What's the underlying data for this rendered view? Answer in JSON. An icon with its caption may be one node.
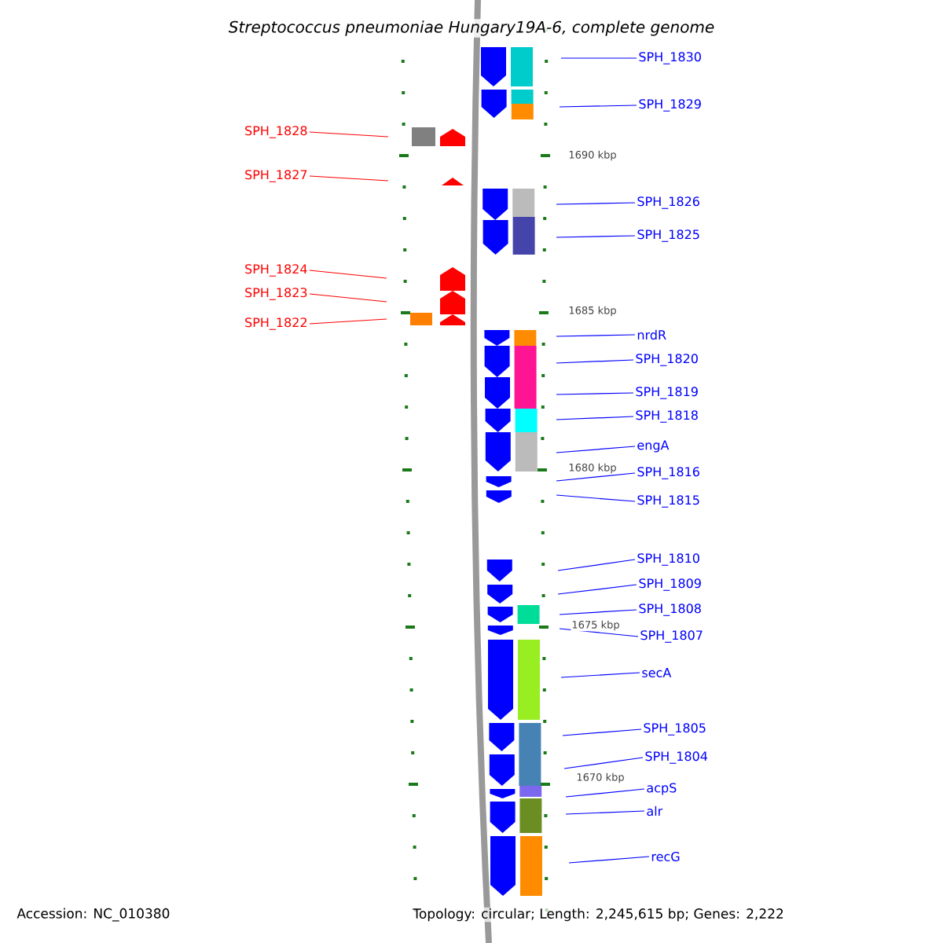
{
  "diagram": {
    "title": "Streptococcus pneumoniae Hungary19A-6, complete genome",
    "nodes": [
      {
        "text": [
          "SPH_1828"
        ]
      },
      {
        "text": [
          "SPH_1827"
        ]
      },
      {
        "text": [
          "SPH_1824"
        ]
      },
      {
        "text": [
          "SPH_1823"
        ]
      },
      {
        "text": [
          "SPH_1822"
        ]
      },
      {
        "text": [
          "SPH_1830"
        ]
      },
      {
        "text": [
          "SPH_1829"
        ]
      },
      {
        "text": [
          "SPH_1826"
        ]
      },
      {
        "text": [
          "SPH_1825"
        ]
      },
      {
        "text": [
          "nrdR"
        ]
      },
      {
        "text": [
          "SPH_1820"
        ]
      },
      {
        "text": [
          "SPH_1819"
        ]
      },
      {
        "text": [
          "SPH_1818"
        ]
      },
      {
        "text": [
          "engA"
        ]
      },
      {
        "text": [
          "SPH_1816"
        ]
      },
      {
        "text": [
          "SPH_1815"
        ]
      },
      {
        "text": [
          "SPH_1810"
        ]
      },
      {
        "text": [
          "SPH_1809"
        ]
      },
      {
        "text": [
          "SPH_1808"
        ]
      },
      {
        "text": [
          "SPH_1807"
        ]
      },
      {
        "text": [
          "secA"
        ]
      },
      {
        "text": [
          "SPH_1805"
        ]
      },
      {
        "text": [
          "SPH_1804"
        ]
      },
      {
        "text": [
          "acpS"
        ]
      },
      {
        "text": [
          "alr"
        ]
      },
      {
        "text": [
          "recG"
        ]
      }
    ],
    "edges": [
      {
        "from": 0,
        "to": null,
        "arrow": "none",
        "color": "#ff0000"
      },
      {
        "from": 1,
        "to": null,
        "arrow": "none",
        "color": "#ff0000"
      },
      {
        "from": 2,
        "to": null,
        "arrow": "none",
        "color": "#ff0000"
      },
      {
        "from": 3,
        "to": null,
        "arrow": "none",
        "color": "#ff0000"
      },
      {
        "from": 4,
        "to": null,
        "arrow": "none",
        "color": "#ff0000"
      },
      {
        "from": 5,
        "to": null,
        "arrow": "none"
      },
      {
        "from": 6,
        "to": null,
        "arrow": "none"
      },
      {
        "from": 7,
        "to": null,
        "arrow": "none"
      },
      {
        "from": 8,
        "to": null,
        "arrow": "none"
      },
      {
        "from": 9,
        "to": null,
        "arrow": "none"
      },
      {
        "from": 10,
        "to": null,
        "arrow": "none"
      },
      {
        "from": 11,
        "to": null,
        "arrow": "none"
      },
      {
        "from": 12,
        "to": null,
        "arrow": "none"
      },
      {
        "from": 13,
        "to": null,
        "arrow": "none"
      },
      {
        "from": 14,
        "to": null,
        "arrow": "none"
      },
      {
        "from": 15,
        "to": null,
        "arrow": "none"
      },
      {
        "from": 16,
        "to": null,
        "arrow": "none"
      },
      {
        "from": 17,
        "to": null,
        "arrow": "none"
      },
      {
        "from": 18,
        "to": null,
        "arrow": "none"
      },
      {
        "from": 19,
        "to": null,
        "arrow": "none"
      },
      {
        "from": 20,
        "to": null,
        "arrow": "none"
      },
      {
        "from": 21,
        "to": null,
        "arrow": "none"
      },
      {
        "from": 22,
        "to": null,
        "arrow": "none"
      },
      {
        "from": 23,
        "to": null,
        "arrow": "none"
      },
      {
        "from": 24,
        "to": null,
        "arrow": "none"
      },
      {
        "from": 25,
        "to": null,
        "arrow": "none"
      }
    ],
    "labels": [
      "1690 kbp",
      "1685 kbp",
      "1680 kbp",
      "1675 kbp",
      "1670 kbp",
      "Accession: NC_010380",
      "Topology: circular; Length: 2,245,615 bp; Genes: 2,222"
    ]
  }
}
